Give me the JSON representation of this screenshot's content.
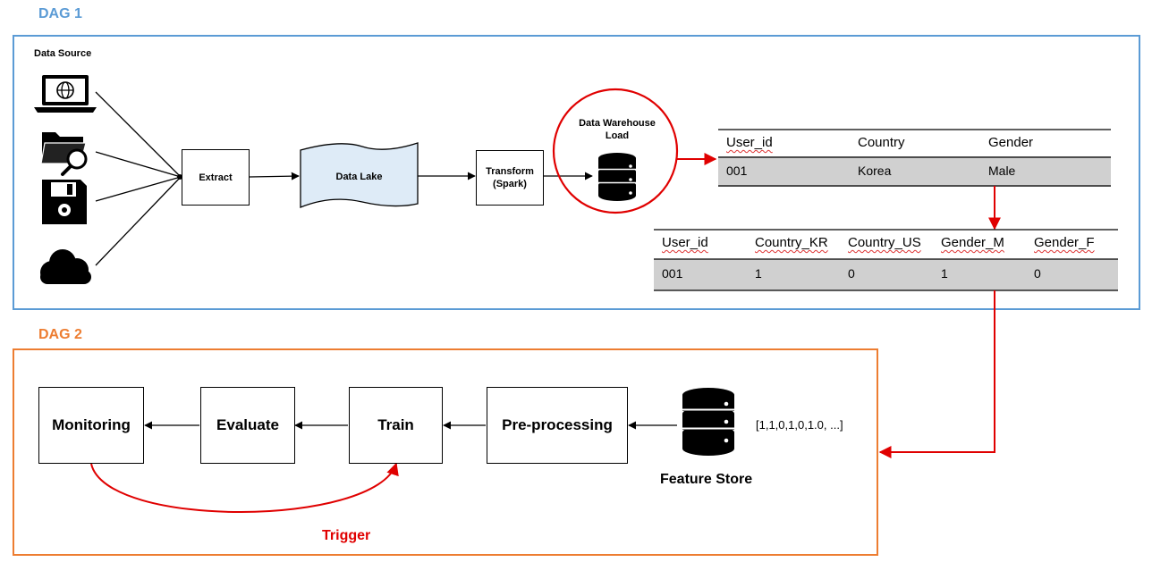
{
  "dag1": {
    "title": "DAG 1",
    "data_source_label": "Data Source",
    "source_icons": [
      "laptop-globe-icon",
      "folder-search-icon",
      "floppy-disk-icon",
      "cloud-icon"
    ],
    "extract": "Extract",
    "data_lake": "Data Lake",
    "transform_line1": "Transform",
    "transform_line2": "(Spark)",
    "warehouse_line1": "Data Warehouse",
    "warehouse_line2": "Load",
    "warehouse_icon": "database-icon",
    "table1": {
      "headers": [
        "User_id",
        "Country",
        "Gender"
      ],
      "row": [
        "001",
        "Korea",
        "Male"
      ]
    },
    "table2": {
      "headers": [
        "User_id",
        "Country_KR",
        "Country_US",
        "Gender_M",
        "Gender_F"
      ],
      "row": [
        "001",
        "1",
        "0",
        "1",
        "0"
      ]
    }
  },
  "dag2": {
    "title": "DAG 2",
    "monitoring": "Monitoring",
    "evaluate": "Evaluate",
    "train": "Train",
    "preprocessing": "Pre-processing",
    "feature_store": "Feature Store",
    "feature_store_icon": "database-icon",
    "vector": "[1,1,0,1,0,1.0, ...]",
    "trigger": "Trigger"
  },
  "colors": {
    "dag1_accent": "#5b9bd5",
    "dag2_accent": "#ed7d31",
    "highlight_red": "#e00000",
    "data_lake_fill": "#deebf7",
    "table_row_fill": "#d0d0d0"
  }
}
